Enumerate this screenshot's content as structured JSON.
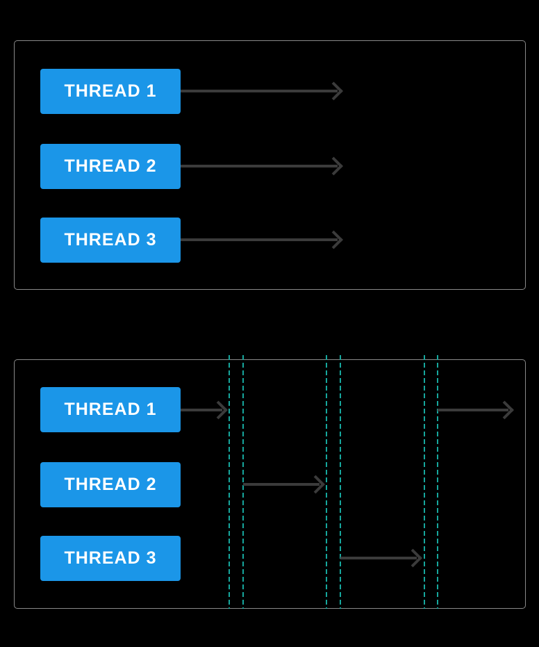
{
  "panels": [
    {
      "threads": [
        {
          "label": "THREAD 1"
        },
        {
          "label": "THREAD 2"
        },
        {
          "label": "THREAD 3"
        }
      ]
    },
    {
      "threads": [
        {
          "label": "THREAD 1"
        },
        {
          "label": "THREAD 2"
        },
        {
          "label": "THREAD 3"
        }
      ]
    }
  ],
  "colors": {
    "background": "#000000",
    "thread_box": "#1b96e8",
    "thread_label": "#ffffff",
    "arrow": "#3b3b3b",
    "panel_border": "#8a8a8a",
    "context_switch_guide": "#16a79d"
  }
}
